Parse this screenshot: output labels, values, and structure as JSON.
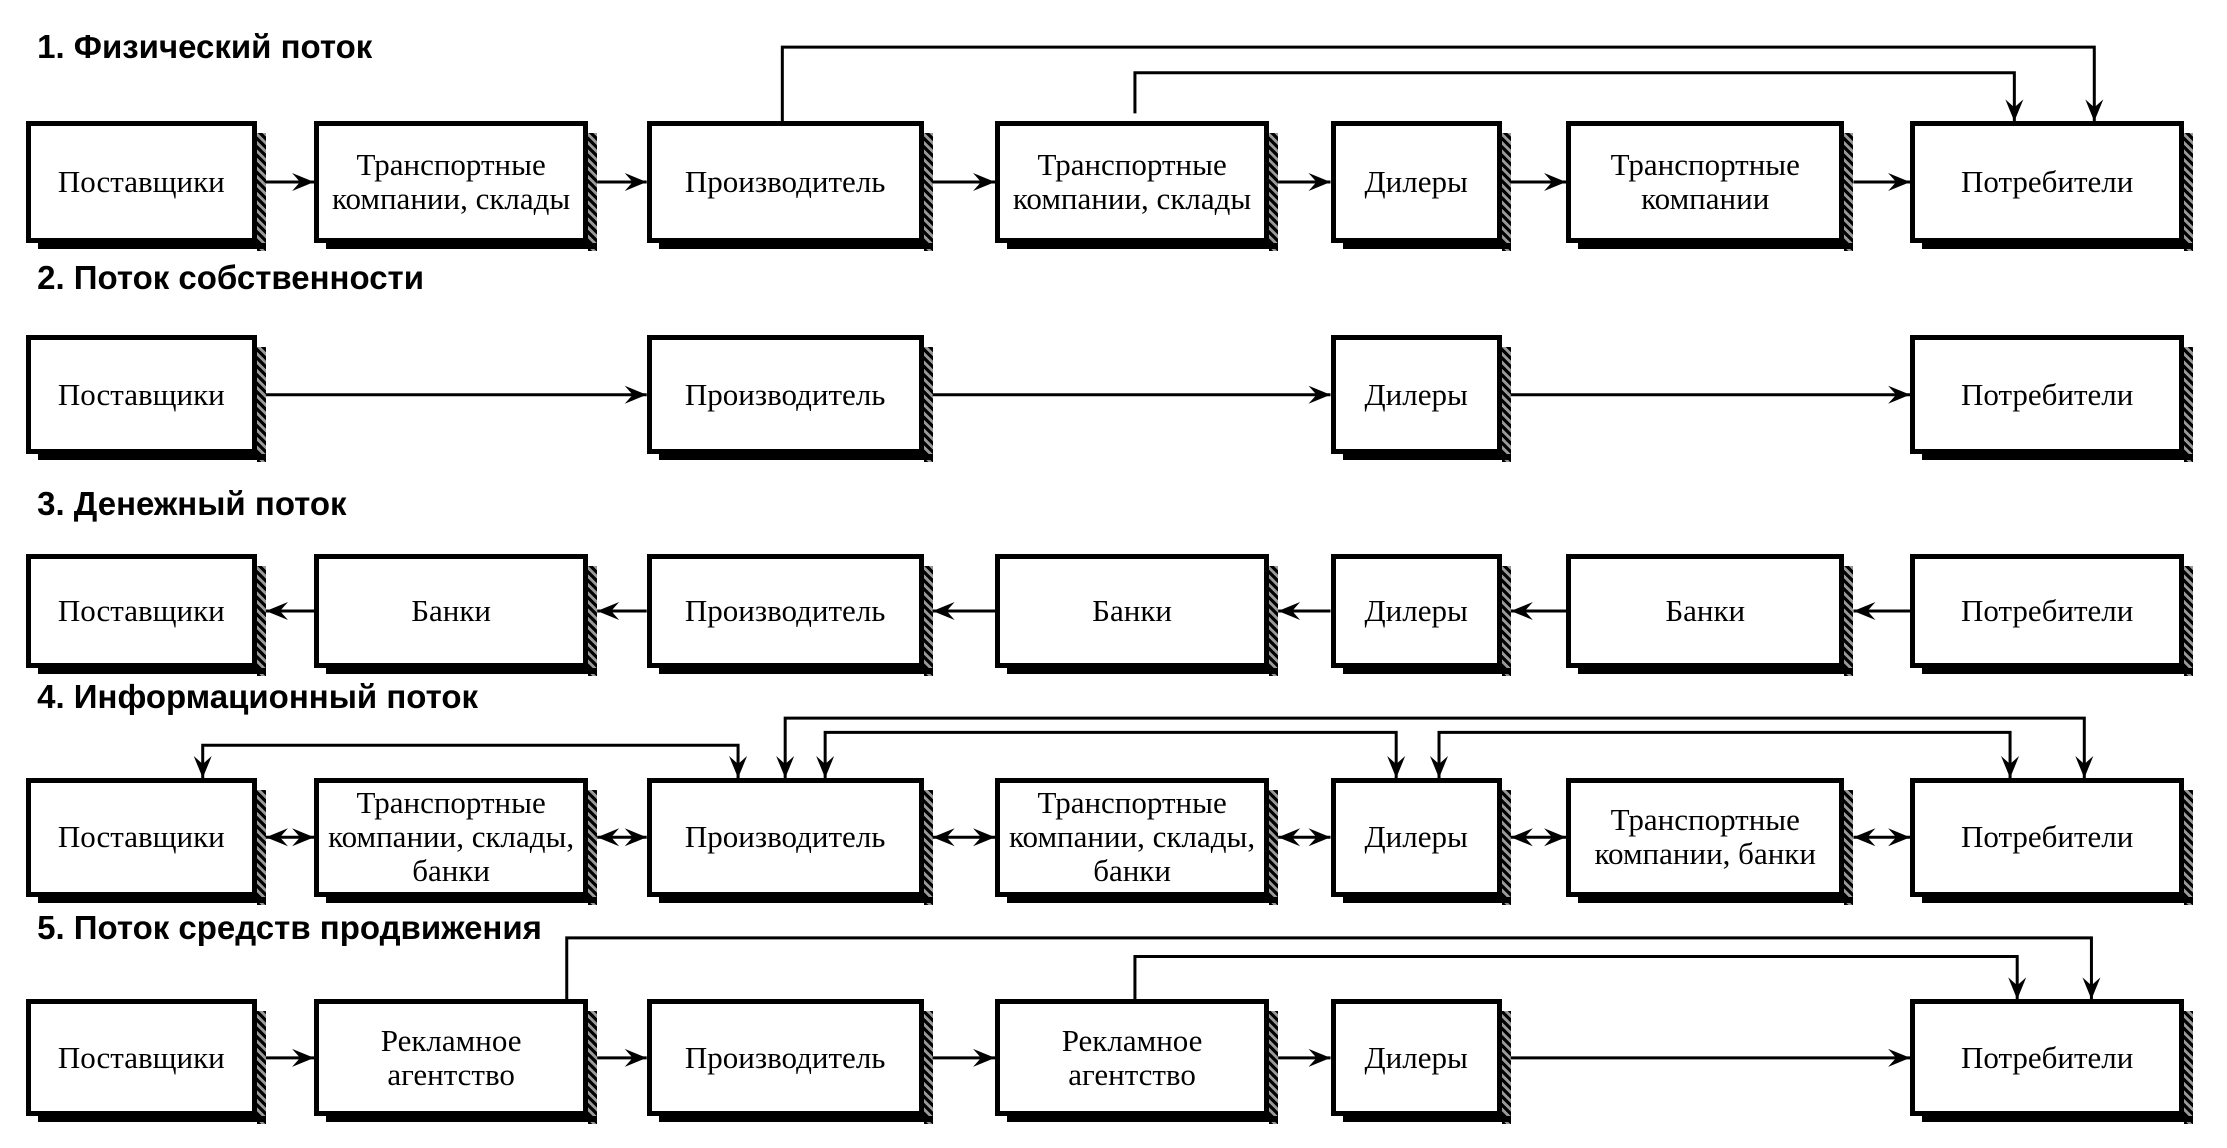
{
  "flows": [
    {
      "title": "1. Физический поток",
      "nodes": [
        "Поставщики",
        "Транспортные компании, склады",
        "Производитель",
        "Транспортные компании, склады",
        "Дилеры",
        "Транспортные компании",
        "Потребители"
      ]
    },
    {
      "title": "2. Поток собственности",
      "nodes": [
        "Поставщики",
        "Производитель",
        "Дилеры",
        "Потребители"
      ]
    },
    {
      "title": "3. Денежный поток",
      "nodes": [
        "Поставщики",
        "Банки",
        "Производитель",
        "Банки",
        "Дилеры",
        "Банки",
        "Потребители"
      ]
    },
    {
      "title": "4. Информационный поток",
      "nodes": [
        "Поставщики",
        "Транспортные компании, склады, банки",
        "Производитель",
        "Транспортные компании, склады, банки",
        "Дилеры",
        "Транспортные компании, банки",
        "Потребители"
      ]
    },
    {
      "title": "5. Поток средств продвижения",
      "nodes": [
        "Поставщики",
        "Рекламное агентство",
        "Производитель",
        "Рекламное агентство",
        "Дилеры",
        "Потребители"
      ]
    }
  ]
}
